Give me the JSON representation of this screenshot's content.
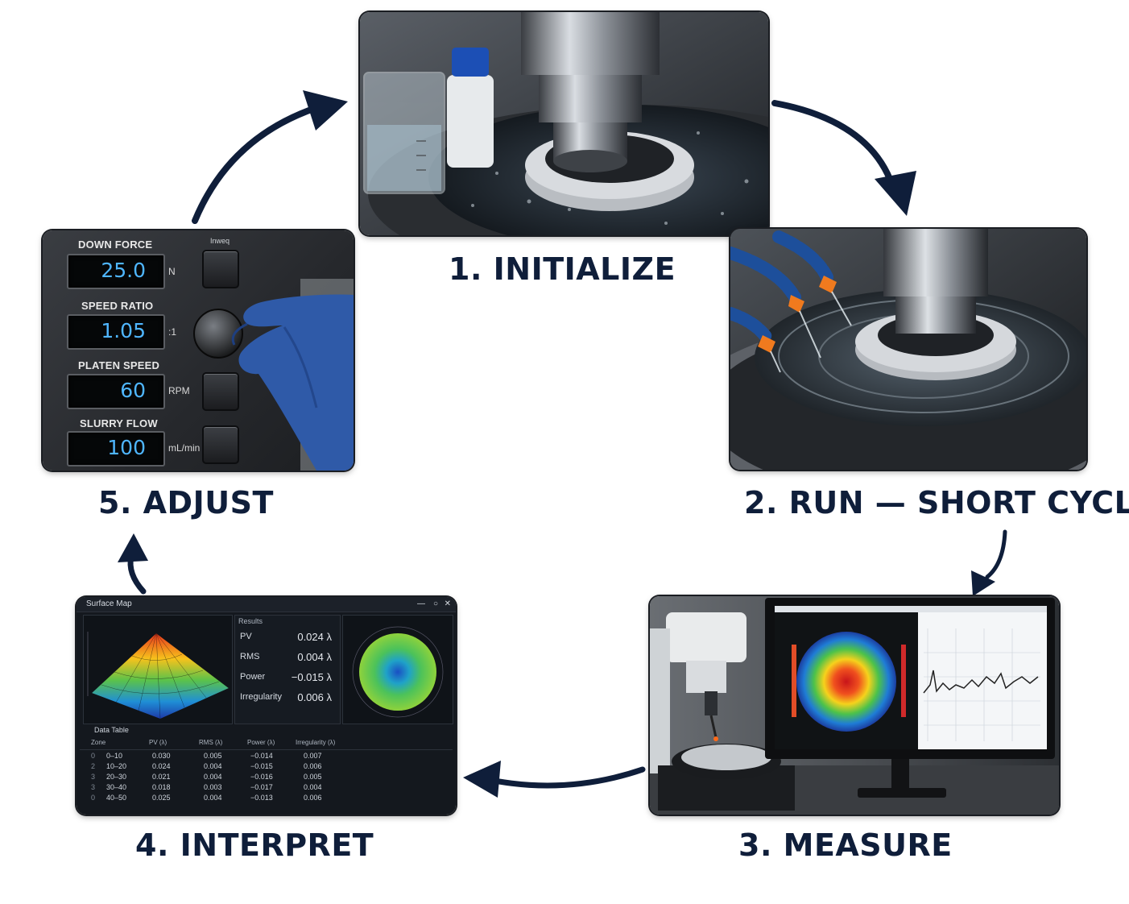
{
  "steps": [
    {
      "number": "1.",
      "title": "INITIALIZE"
    },
    {
      "number": "2.",
      "title": "RUN — SHORT CYCLE"
    },
    {
      "number": "3.",
      "title": "MEASURE"
    },
    {
      "number": "4.",
      "title": "INTERPRET"
    },
    {
      "number": "5.",
      "title": "ADJUST"
    }
  ],
  "adjust_panel": {
    "button_top_label": "Inweq",
    "controls": [
      {
        "label": "DOWN FORCE",
        "value": "25.0",
        "unit": "N"
      },
      {
        "label": "SPEED RATIO",
        "value": "1.05",
        "unit": ":1"
      },
      {
        "label": "PLATEN SPEED",
        "value": "60",
        "unit": "RPM"
      },
      {
        "label": "SLURRY FLOW",
        "value": "100",
        "unit": "mL/min"
      }
    ]
  },
  "interpret_software": {
    "window_title": "Surface Map",
    "window_buttons": [
      "—",
      "○",
      "✕"
    ],
    "results_title": "Results",
    "results": [
      {
        "name": "PV",
        "value": "0.024 λ"
      },
      {
        "name": "RMS",
        "value": "0.004 λ"
      },
      {
        "name": "Power",
        "value": "−0.015 λ"
      },
      {
        "name": "Irregularity",
        "value": "0.006 λ"
      }
    ],
    "table_title": "Data Table",
    "table_headers": [
      "Zone",
      "PV (λ)",
      "RMS (λ)",
      "Power (λ)",
      "Irregularity (λ)"
    ],
    "table_rows": [
      [
        "0",
        "0–10",
        "0.030",
        "0.005",
        "−0.014",
        "0.007"
      ],
      [
        "2",
        "10–20",
        "0.024",
        "0.004",
        "−0.015",
        "0.006"
      ],
      [
        "3",
        "20–30",
        "0.021",
        "0.004",
        "−0.016",
        "0.005"
      ],
      [
        "3",
        "30–40",
        "0.018",
        "0.003",
        "−0.017",
        "0.004"
      ],
      [
        "0",
        "40–50",
        "0.025",
        "0.004",
        "−0.013",
        "0.006"
      ]
    ]
  },
  "colors": {
    "label": "#0f1e3a",
    "arrow": "#0f1e3a",
    "lcd_digits": "#4fb6ff",
    "glove": "#2f5aa8"
  }
}
